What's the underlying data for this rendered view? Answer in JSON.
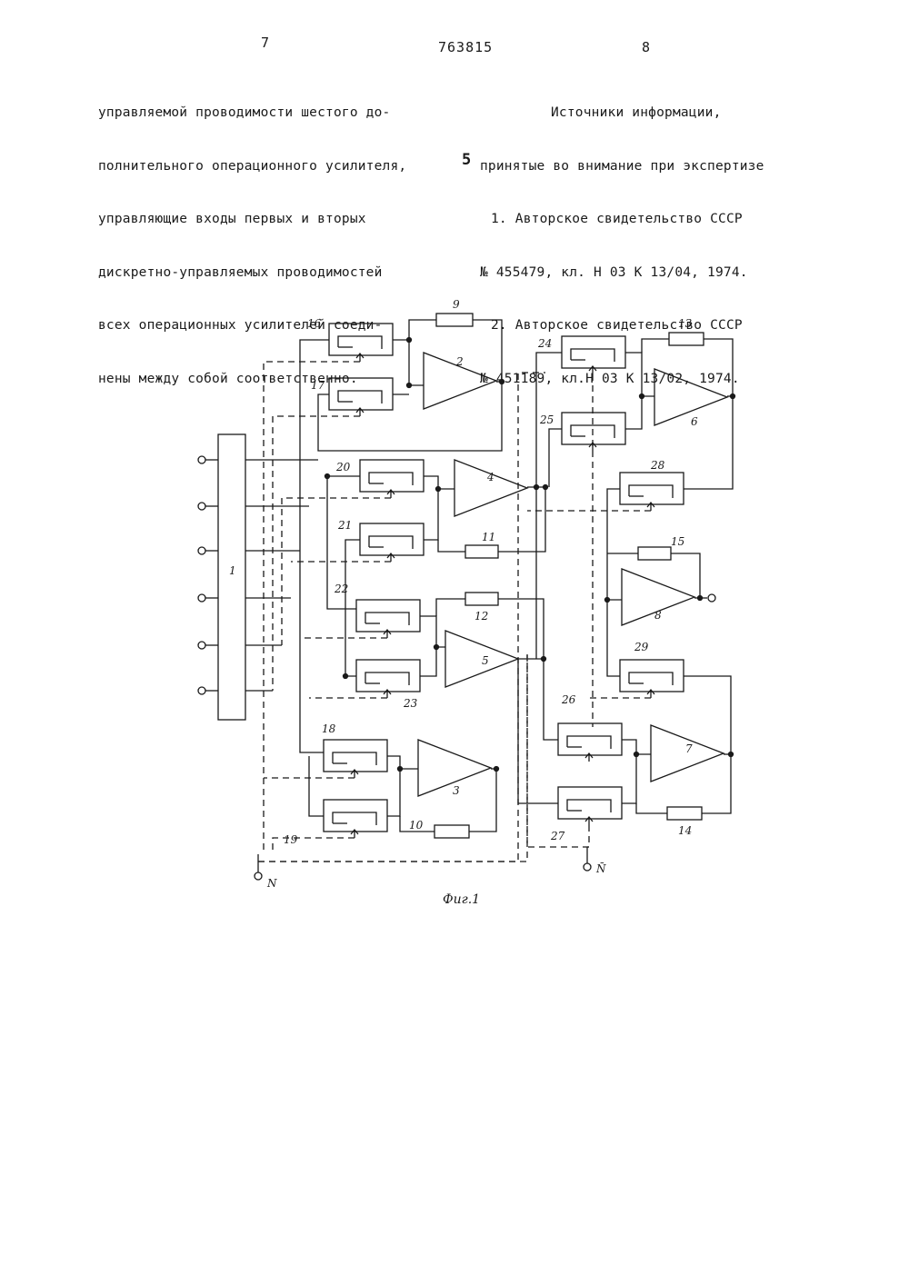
{
  "header": {
    "page_left": "7",
    "patent_number": "763815",
    "page_right": "8"
  },
  "left_column": [
    "управляемой проводимости шестого до-",
    "полнительного операционного усилителя,",
    "управляющие входы первых и вторых",
    "дискретно-управляемых проводимостей",
    "всех операционных усилителей соеди-",
    "нены между собой соответственно."
  ],
  "right_column": {
    "title_line1": "Источники информации,",
    "title_line2": "принятые во внимание при экспертизе",
    "refs": [
      "1. Авторское свидетельство СССР",
      "№ 455479, кл. Н 03 К 13/04, 1974.",
      "2. Авторское свидетельство СССР",
      "№ 451189, кл.Н 03 К 13/02, 1974."
    ]
  },
  "line_marker": "5",
  "figure": {
    "caption": "Фиг.1",
    "labels": {
      "block": "1",
      "amp2": "2",
      "amp3": "3",
      "amp4": "4",
      "amp5": "5",
      "amp6": "6",
      "amp7": "7",
      "amp8": "8",
      "r9": "9",
      "r10": "10",
      "r11": "11",
      "r12": "12",
      "r13": "13",
      "r14": "14",
      "r15": "15",
      "g16": "16",
      "g17": "17",
      "g18": "18",
      "g19": "19",
      "g20": "20",
      "g21": "21",
      "g22": "22",
      "g23": "23",
      "g24": "24",
      "g25": "25",
      "g26": "26",
      "g27": "27",
      "g28": "28",
      "g29": "29",
      "terminal_n": "N",
      "terminal_nbar": "N̄"
    }
  }
}
